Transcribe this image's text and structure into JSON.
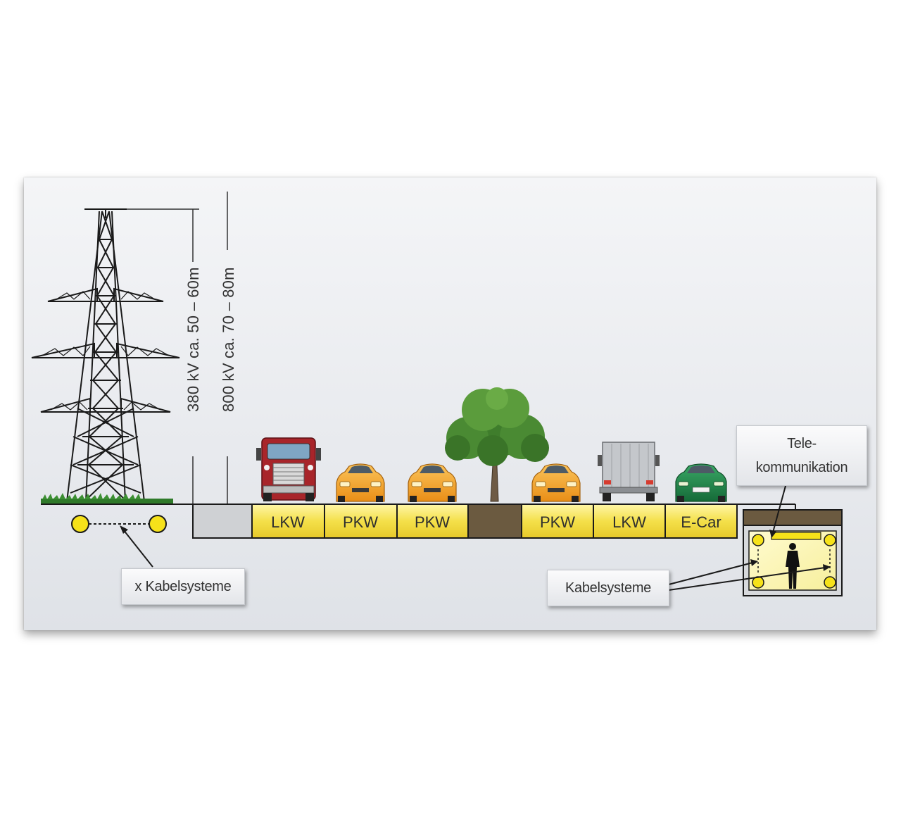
{
  "dimensions": {
    "label_380": "380 kV ca. 50 – 60m",
    "label_800": "800 kV ca. 70 – 80m"
  },
  "lanes": [
    {
      "label": "LKW",
      "vehicle": "red-truck-icon"
    },
    {
      "label": "PKW",
      "vehicle": "orange-car-icon"
    },
    {
      "label": "PKW",
      "vehicle": "orange-car-icon"
    },
    {
      "label": "PKW",
      "vehicle": "orange-car-icon"
    },
    {
      "label": "LKW",
      "vehicle": "grey-truck-icon"
    },
    {
      "label": "E-Car",
      "vehicle": "green-car-icon"
    }
  ],
  "callouts": {
    "overhead_cables": "x Kabelsysteme",
    "tunnel_cables": "Kabelsysteme",
    "telecom_line1": "Tele-",
    "telecom_line2": "kommunikation"
  },
  "colors": {
    "lane_yellow": "#f4e04a",
    "earth_brown": "#6b5a40",
    "cable_yellow": "#f6e21a",
    "car_orange": "#f5a623",
    "truck_red": "#a8252a",
    "ecar_green": "#1f8a4c"
  }
}
